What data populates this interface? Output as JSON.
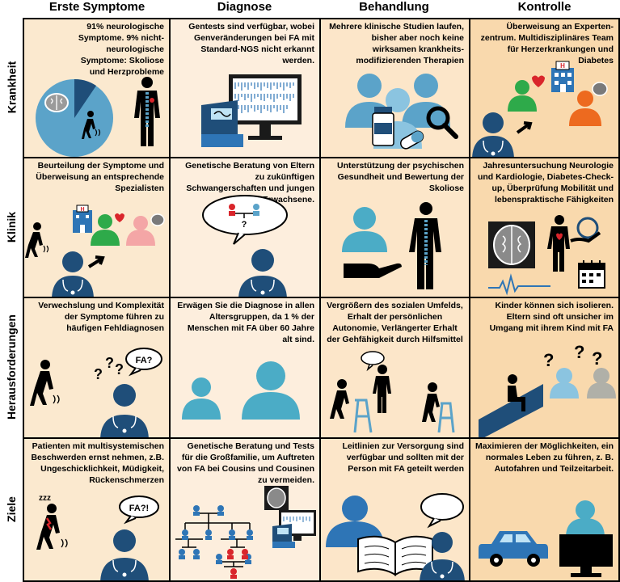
{
  "columns": [
    "Erste Symptome",
    "Diagnose",
    "Behandlung",
    "Kontrolle"
  ],
  "rows": [
    "Krankheit",
    "Klinik",
    "Herausforderungen",
    "Ziele"
  ],
  "cells": {
    "krankheit_symptome": "91% neurologische Symptome. 9% nicht-neurologische Symptome: Skoliose und Herzprobleme",
    "krankheit_diagnose": "Gentests sind verfügbar, wobei Genveränderungen bei FA mit Standard-NGS nicht erkannt werden.",
    "krankheit_behandlung": "Mehrere klinische Studien laufen, bisher aber noch keine wirksamen krankheits-modifizierenden Therapien",
    "krankheit_kontrolle": "Überweisung an Experten-zentrum. Multidisziplinäres Team für Herzerkrankungen und Diabetes",
    "klinik_symptome": "Beurteilung der Symptome und Überweisung an entsprechende Spezialisten",
    "klinik_diagnose": "Genetische Beratung von Eltern zu zukünftigen Schwangerschaften und jungen Erwachsene.",
    "klinik_behandlung": "Unterstützung der psychischen Gesundheit und Bewertung der Skoliose",
    "klinik_kontrolle": "Jahresuntersuchung Neurologie und Kardiologie, Diabetes-Check-up, Überprüfung Mobilität und lebenspraktische Fähigkeiten",
    "heraus_symptome": "Verwechslung und Komplexität der Symptome führen zu häufigen Fehldiagnosen",
    "heraus_diagnose": "Erwägen Sie die Diagnose in allen Altersgruppen, da 1 % der Menschen mit FA über 60 Jahre alt sind.",
    "heraus_behandlung": "Vergrößern des sozialen Umfelds, Erhalt der persönlichen Autonomie, Verlängerter Erhalt der Gehfähigkeit durch Hilfsmittel",
    "heraus_kontrolle": "Kinder können sich isolieren. Eltern sind oft unsicher im Umgang mit ihrem Kind mit FA",
    "ziele_symptome": "Patienten mit multisystemischen Beschwerden ernst nehmen, z.B. Ungeschicklichkeit, Müdigkeit, Rückenschmerzen",
    "ziele_diagnose": "Genetische Beratung und Tests für die Großfamilie, um Auftreten von FA bei Cousins und Cousinen zu vermeiden.",
    "ziele_behandlung": "Leitlinien zur Versorgung sind verfügbar und sollten mit der Person mit FA geteilt werden",
    "ziele_kontrolle": "Maximieren der Möglichkeiten, ein normales Leben zu führen, z. B. Autofahren und Teilzeitarbeit."
  },
  "bubbles": {
    "fa_question": "FA?",
    "fa_question_exclaim": "FA?!",
    "sleep": "zzz",
    "question_mark": "?",
    "hospital_letter": "H"
  },
  "colors": {
    "navy": "#1f4e79",
    "blue": "#2e75b6",
    "lightblue": "#5ba3c9",
    "teal": "#4bacc6",
    "green": "#2eaa4a",
    "orange": "#ed6a1f",
    "pink": "#f4a6a6",
    "red": "#d9252b"
  }
}
